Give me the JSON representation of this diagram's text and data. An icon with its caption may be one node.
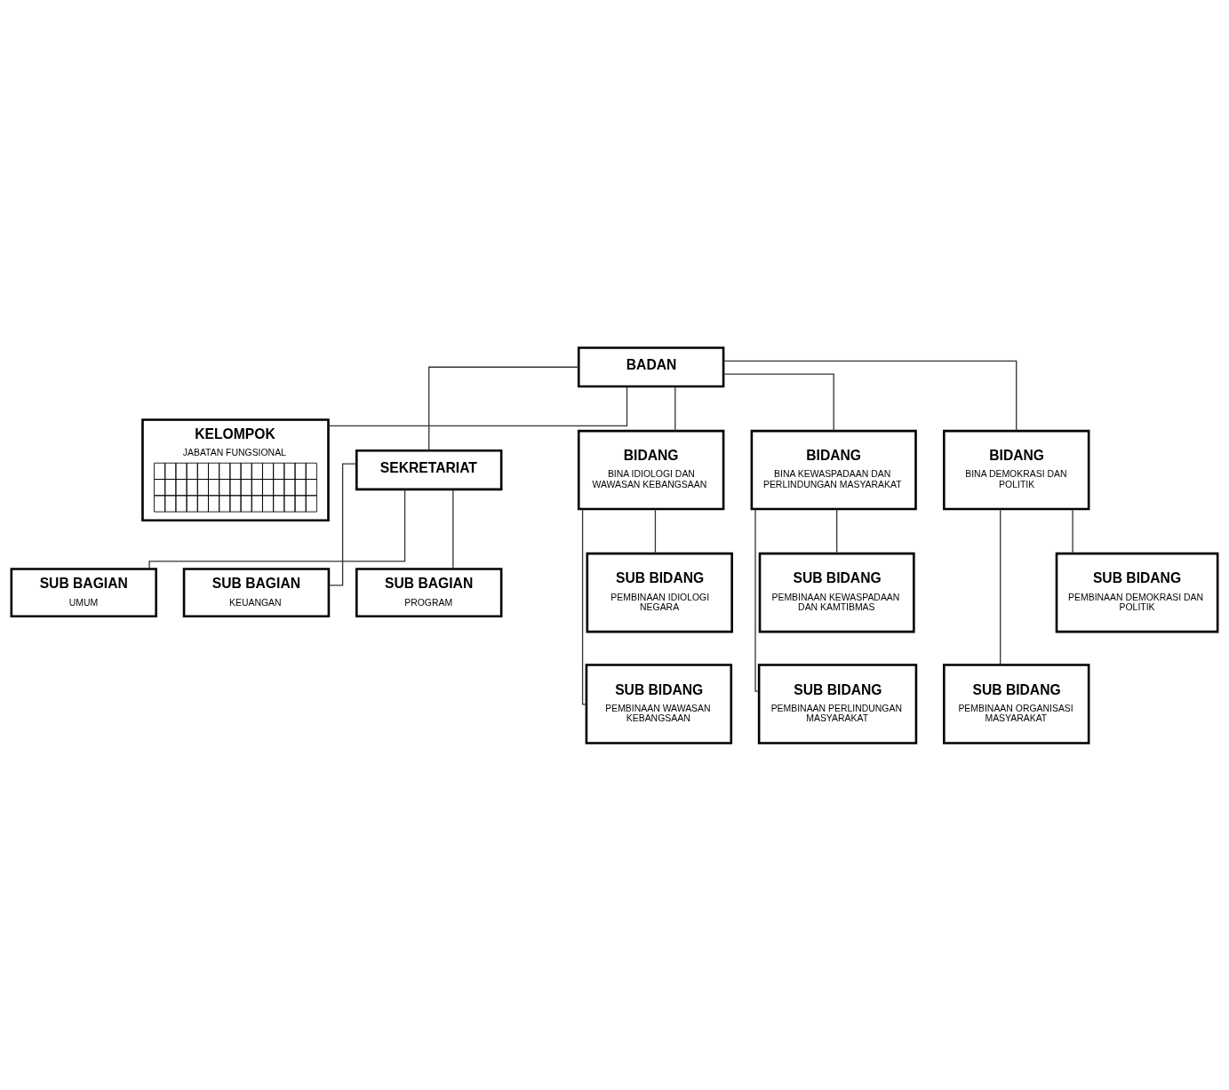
{
  "diagram": {
    "nodes": [
      {
        "text": [
          "BADAN"
        ]
      },
      {
        "text": [
          "KELOMPOK",
          "JABATAN FUNGSIONAL"
        ]
      },
      {
        "text": [
          "SEKRETARIAT"
        ]
      },
      {
        "text": [
          "SUB BAGIAN",
          "UMUM"
        ]
      },
      {
        "text": [
          "SUB BAGIAN",
          "KEUANGAN"
        ]
      },
      {
        "text": [
          "SUB BAGIAN",
          "PROGRAM"
        ]
      },
      {
        "text": [
          "BIDANG",
          "BINA IDIOLOGI DAN WAWASAN KEBANGSAAN"
        ]
      },
      {
        "text": [
          "BIDANG",
          "BINA KEWASPADAAN DAN PERLINDUNGAN MASYARAKAT"
        ]
      },
      {
        "text": [
          "BIDANG",
          "BINA DEMOKRASI DAN POLITIK"
        ]
      },
      {
        "text": [
          "SUB BIDANG",
          "PEMBINAAN IDIOLOGI NEGARA"
        ]
      },
      {
        "text": [
          "SUB BIDANG",
          "PEMBINAAN KEWASPADAAN DAN KAMTIBMAS"
        ]
      },
      {
        "text": [
          "SUB BIDANG",
          "PEMBINAAN DEMOKRASI DAN POLITIK"
        ]
      },
      {
        "text": [
          "SUB BIDANG",
          "PEMBINAAN WAWASAN KEBANGSAAN"
        ]
      },
      {
        "text": [
          "SUB BIDANG",
          "PEMBINAAN PERLINDUNGAN MASYARAKAT"
        ]
      },
      {
        "text": [
          "SUB BIDANG",
          "PEMBINAAN ORGANISASI MASYARAKAT"
        ]
      }
    ],
    "edges": [
      {
        "from": 0,
        "to": 1,
        "arrow": "none"
      },
      {
        "from": 0,
        "to": 2,
        "arrow": "none"
      },
      {
        "from": 2,
        "to": 3,
        "arrow": "none"
      },
      {
        "from": 2,
        "to": 4,
        "arrow": "none"
      },
      {
        "from": 2,
        "to": 5,
        "arrow": "none"
      },
      {
        "from": 0,
        "to": 6,
        "arrow": "none"
      },
      {
        "from": 0,
        "to": 7,
        "arrow": "none"
      },
      {
        "from": 0,
        "to": 8,
        "arrow": "none"
      },
      {
        "from": 6,
        "to": 9,
        "arrow": "none"
      },
      {
        "from": 6,
        "to": 12,
        "arrow": "none"
      },
      {
        "from": 7,
        "to": 10,
        "arrow": "none"
      },
      {
        "from": 7,
        "to": 13,
        "arrow": "none"
      },
      {
        "from": 8,
        "to": 11,
        "arrow": "none"
      },
      {
        "from": 8,
        "to": 14,
        "arrow": "none"
      }
    ]
  }
}
